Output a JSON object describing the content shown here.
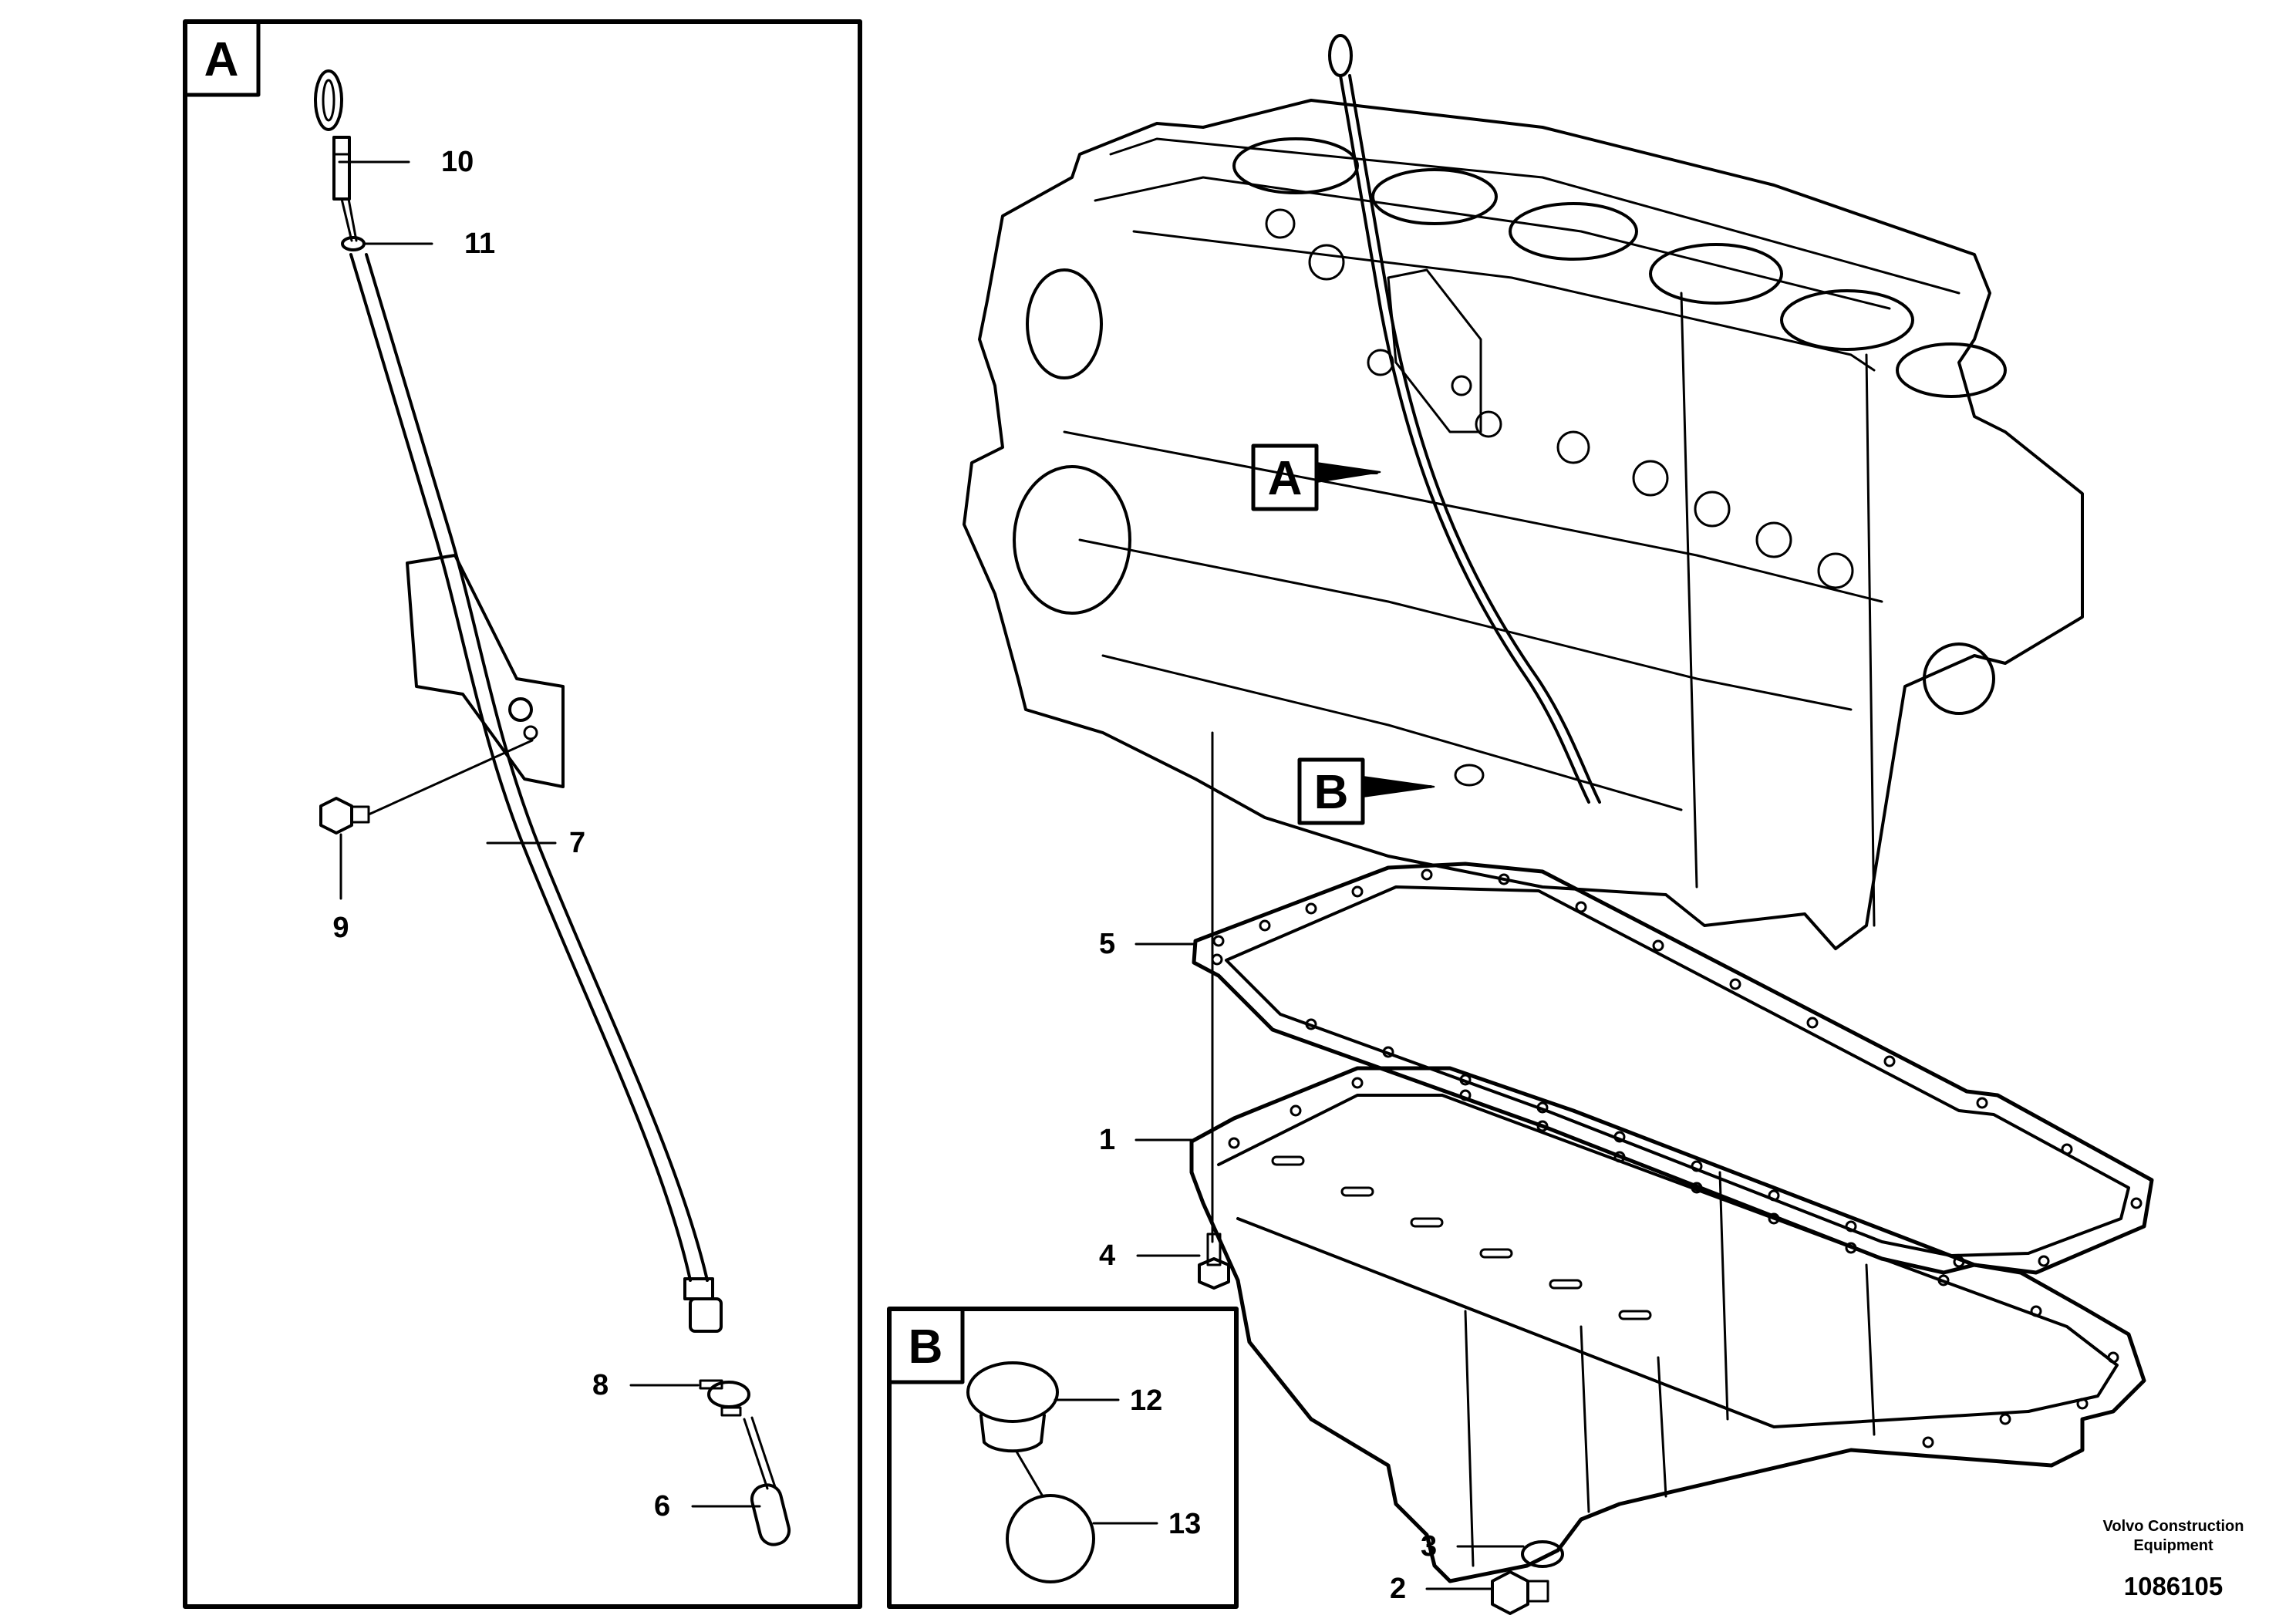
{
  "detail_views": {
    "A": {
      "label": "A"
    },
    "B": {
      "label": "B"
    }
  },
  "pointers": {
    "A": "A",
    "B": "B"
  },
  "callouts": {
    "c1": "1",
    "c2": "2",
    "c3": "3",
    "c4": "4",
    "c5": "5",
    "c6": "6",
    "c7": "7",
    "c8": "8",
    "c9": "9",
    "c10": "10",
    "c11": "11",
    "c12": "12",
    "c13": "13"
  },
  "footer": {
    "brand_line1": "Volvo Construction",
    "brand_line2": "Equipment",
    "document_number": "1086105"
  }
}
